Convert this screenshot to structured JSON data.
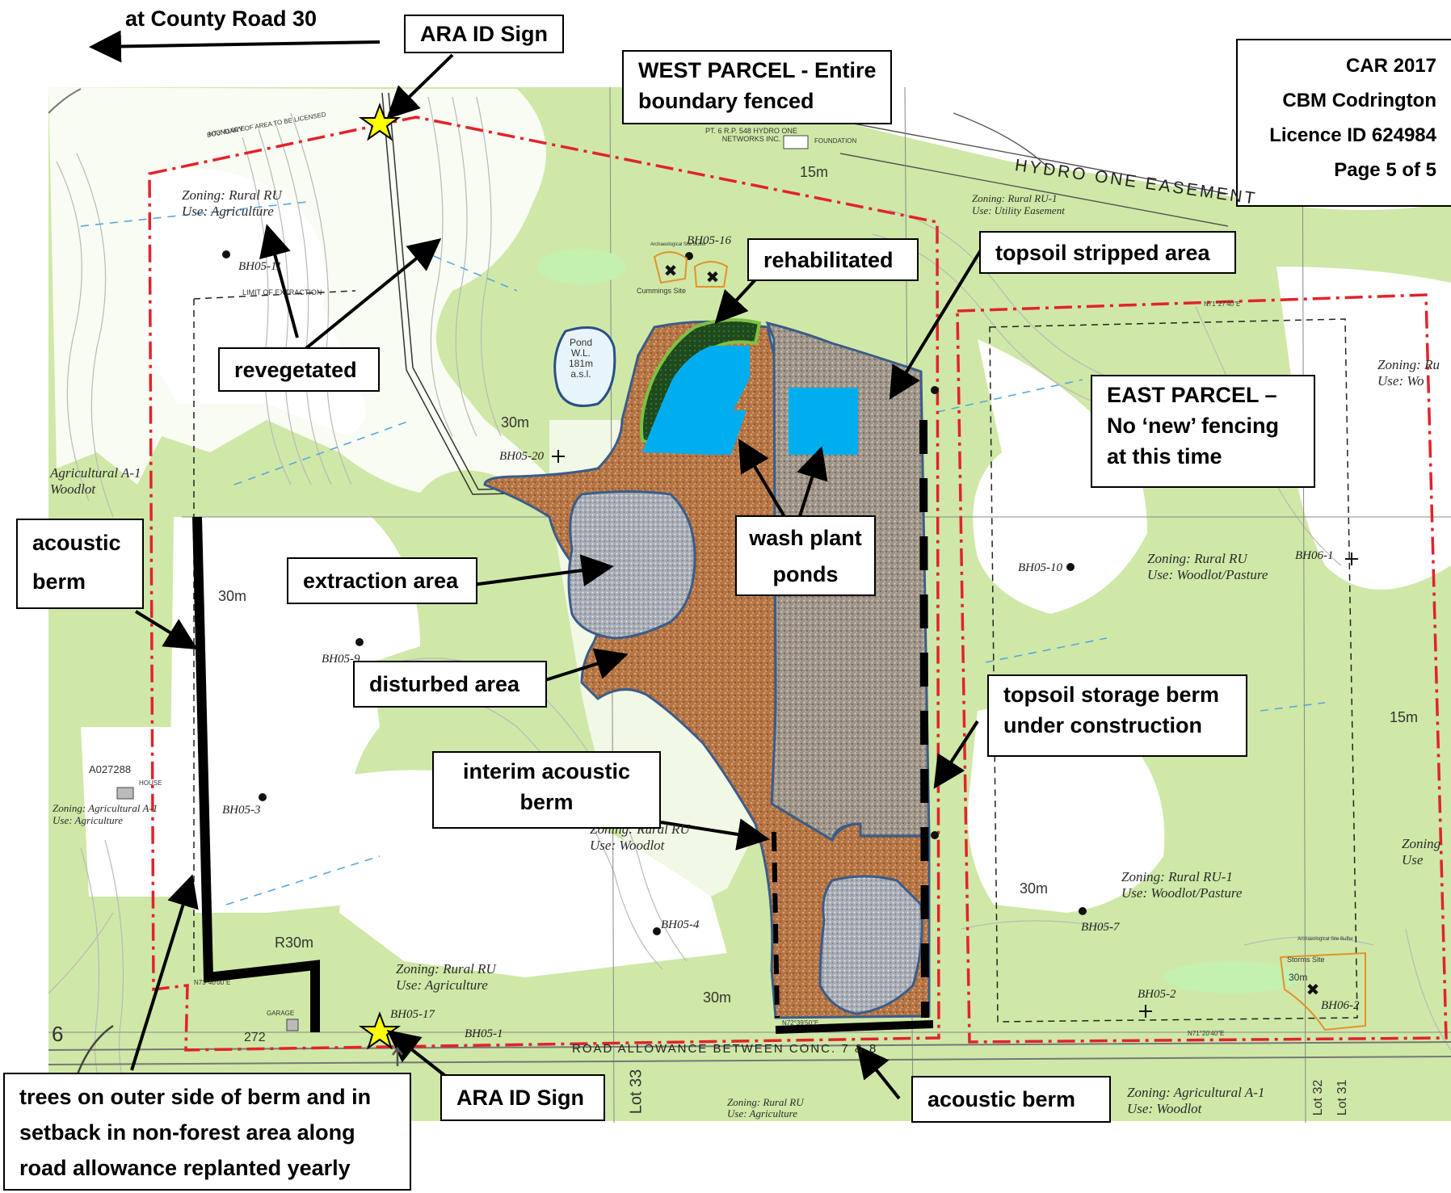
{
  "header": {
    "road_note": "at County Road 30",
    "car_lines": [
      "CAR 2017",
      "CBM Codrington",
      "Licence ID 624984",
      "Page 5 of 5"
    ]
  },
  "callouts": {
    "ara_sign_top": "ARA ID Sign",
    "west_parcel": [
      "WEST PARCEL - Entire",
      "boundary fenced"
    ],
    "rehabilitated": "rehabilitated",
    "topsoil_stripped": "topsoil stripped area",
    "revegetated": "revegetated",
    "east_parcel": [
      "EAST PARCEL –",
      "No ‘new’ fencing",
      "at this time"
    ],
    "wash_plant": [
      "wash plant",
      "ponds"
    ],
    "extraction": "extraction area",
    "acoustic_berm_left": [
      "acoustic",
      "berm"
    ],
    "disturbed": "disturbed area",
    "topsoil_storage": [
      "topsoil storage berm",
      "under construction"
    ],
    "interim_berm": [
      "interim acoustic",
      "berm"
    ],
    "trees_note": [
      "trees on outer side of berm and in",
      "setback in non-forest area along",
      "road allowance replanted yearly"
    ],
    "ara_sign_bottom": "ARA ID Sign",
    "acoustic_berm_bottom": "acoustic berm"
  },
  "map_labels": {
    "zoning_nw": [
      "Zoning: Rural RU",
      "Use: Agriculture"
    ],
    "zoning_hydro": [
      "Zoning: Rural RU-1",
      "Use: Utility Easement"
    ],
    "zoning_east_top": [
      "Zoning: Ru",
      "Use: Wo"
    ],
    "zoning_east_mid": [
      "Zoning: Rural RU",
      "Use: Woodlot/Pasture"
    ],
    "zoning_center": [
      "Zoning: Rural RU",
      "Use: Woodlot"
    ],
    "zoning_sw": [
      "Zoning: Agricultural A-1",
      "Use: Agriculture"
    ],
    "zoning_south": [
      "Zoning: Rural RU",
      "Use: Agriculture"
    ],
    "zoning_east_low": [
      "Zoning: Rural RU-1",
      "Use: Woodlot/Pasture"
    ],
    "zoning_far_east": [
      "Zoning",
      "Use"
    ],
    "zoning_west": [
      "Agricultural A-1",
      "Woodlot"
    ],
    "zoning_bottom": [
      "Zoning: Agricultural A-1",
      "Use: Woodlot"
    ],
    "zoning_bottom_mid": [
      "Zoning: Rural RU",
      "Use: Agriculture"
    ],
    "hydro_one_easement": "HYDRO ONE EASEMENT",
    "road_allowance": "ROAD ALLOWANCE BETWEEN CONC. 7 & 8",
    "pond": [
      "Pond",
      "W.L.",
      "181m",
      "a.s.l."
    ],
    "bh_labels": [
      "BH05-16",
      "BH05-20",
      "BH05-10",
      "BH06-1",
      "BH05-3",
      "BH05-4",
      "BH05-7",
      "BH05-2",
      "BH06-2",
      "BH05-17",
      "BH05-1",
      "BH05-9",
      "BH05-11"
    ],
    "setbacks": [
      "30m",
      "30m",
      "30m",
      "30m",
      "30m",
      "15m",
      "15m",
      "R30m"
    ],
    "misc": [
      "A027288",
      "272",
      "HOUSE",
      "GARAGE",
      "Cummings Site",
      "Storms Site",
      "LIMIT OF EXTRACTION",
      "BOUNDARY OF AREA TO BE LICENSED",
      "PT. 6 R.P. 548 HYDRO ONE NETWORKS INC.",
      "FOUNDATION",
      "Archaeological Site Buffer",
      "Archaeological Site Buffer",
      "Lot 33",
      "Lot 32",
      "Lot 31",
      "6",
      "N73°41'00\"E",
      "N73°40'00\"E",
      "N71°27'40\"E",
      "N71°20'40\"E",
      "N72°39'50\"E"
    ]
  },
  "colors": {
    "forest": "#cfe8a7",
    "clearing": "#ffffff",
    "boundary": "#e2232b",
    "disturbed": "#b97a4b",
    "stripped": "#a89c8f",
    "extraction": "#aeb3bb",
    "pond_water": "#00aeef",
    "rehab": "#1f4d1f",
    "outline": "#3b5c89",
    "sign_star": "#ffff00"
  },
  "icons": [
    "north-arrow-icon",
    "star-sign-icon",
    "archaeology-site-icon",
    "borehole-icon"
  ]
}
